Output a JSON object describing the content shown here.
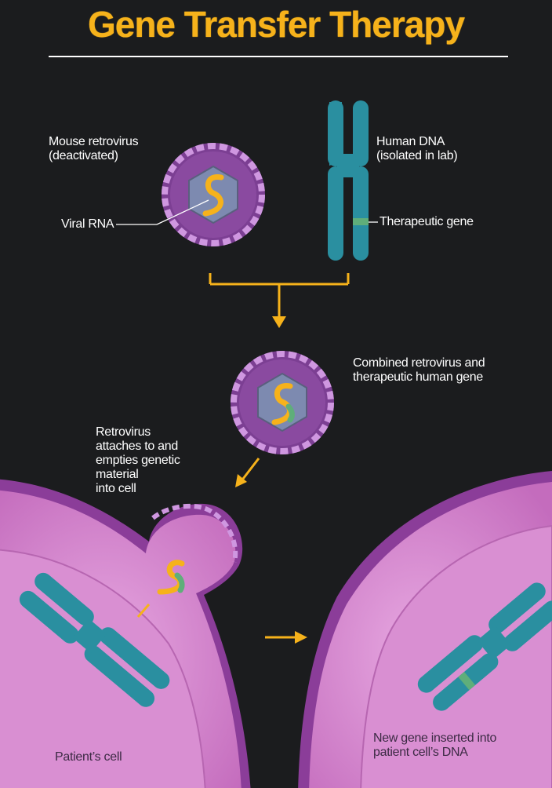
{
  "title": "Gene Transfer Therapy",
  "labels": {
    "mouse_retrovirus": [
      "Mouse retrovirus",
      "(deactivated)"
    ],
    "viral_rna": "Viral RNA",
    "human_dna": [
      "Human DNA",
      "(isolated in lab)"
    ],
    "therapeutic_gene": "Therapeutic gene",
    "combined": [
      "Combined retrovirus and",
      "therapeutic human gene"
    ],
    "attaches": [
      "Retrovirus",
      "attaches to and",
      "empties genetic",
      "material",
      "into cell"
    ],
    "patients_cell": "Patient’s cell",
    "new_gene": [
      "New gene inserted into",
      "patient cell’s DNA"
    ]
  },
  "colors": {
    "background": "#1b1c1e",
    "title": "#f6b21b",
    "arrow": "#f6b21b",
    "dna": "#2a8fa0",
    "gene": "#5fae7a",
    "virus": "#8a4aa0",
    "cell": "#d78ad0",
    "membrane": "#8b3d99"
  }
}
